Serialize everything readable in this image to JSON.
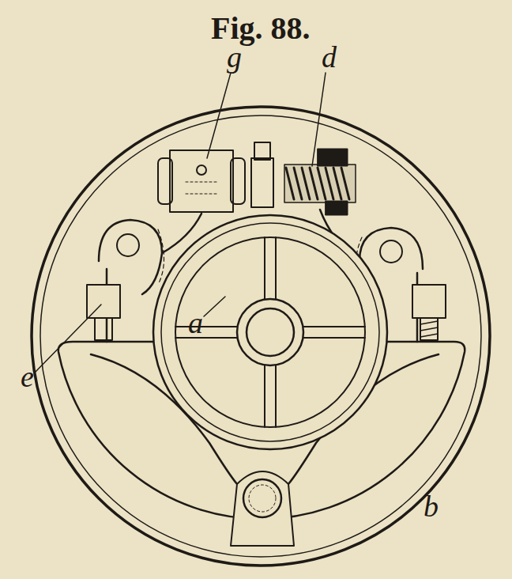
{
  "diagram": {
    "title": "Fig. 88.",
    "labels": [
      "g",
      "d",
      "a",
      "e",
      "b"
    ]
  }
}
